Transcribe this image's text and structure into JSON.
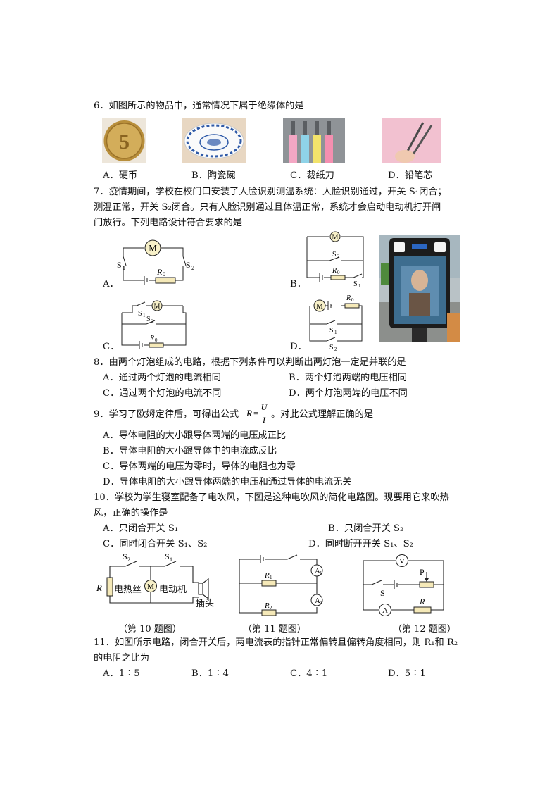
{
  "q6": {
    "stem": "6．如图所示的物品中，通常情况下属于绝缘体的是",
    "options": [
      "A．硬币",
      "B．陶瓷碗",
      "C．裁纸刀",
      "D．铅笔芯"
    ],
    "coin_digit": "5"
  },
  "q7": {
    "line1": "7．疫情期间，学校在校门口安装了人脸识别测温系统：人脸识别通过，开关 S₁闭合；",
    "line2": "测温正常，开关 S₂闭合。只有人脸识别通过且体温正常，系统才会启动电动机打开闸",
    "line3": "门放行。下列电路设计符合要求的是",
    "labels": [
      "A．",
      "B．",
      "C．",
      "D．"
    ],
    "motor": "M",
    "s1": "S",
    "s2": "S",
    "r0": "R"
  },
  "q8": {
    "stem": "8．由两个灯泡组成的电路，根据下列条件可以判断出两灯泡一定是并联的是",
    "options": [
      "A．通过两个灯泡的电流相同",
      "B．两个灯泡两端的电压相同",
      "C．通过两个灯泡的电流不同",
      "D．两个灯泡两端的电压不同"
    ]
  },
  "q9": {
    "stem_pre": "9．学习了欧姆定律后，可得出公式",
    "stem_post": "。对此公式理解正确的是",
    "formula_r": "R",
    "formula_u": "U",
    "formula_i": "I",
    "options": [
      "A．导体电阻的大小跟导体两端的电压成正比",
      "B．导体电阻的大小跟导体中的电流成反比",
      "C．导体两端的电压为零时，导体的电阻也为零",
      "D．导体电阻的大小跟导体两端的电压和通过导体的电流无关"
    ]
  },
  "q10": {
    "line1": "10．学校为学生寝室配备了电吹风，下图是这种电吹风的简化电路图。现要用它来吹热",
    "line2": "风，正确的操作是",
    "options": [
      "A．只闭合开关 S₁",
      "B．只闭合开关 S₂",
      "C．同时闭合开关 S₁、S₂",
      "D．同时断开开关 S₁、S₂"
    ],
    "heater": "电热丝",
    "motor_label": "电动机",
    "plug": "插头"
  },
  "captions": [
    "（第 10 题图）",
    "（第 11 题图）",
    "（第 12 题图）"
  ],
  "q11": {
    "line1": "11．如图所示电路，闭合开关后，两电流表的指针正常偏转且偏转角度相同，则 R₁和 R₂",
    "line2": "的电阻之比为",
    "options": [
      "A．1∶5",
      "B．1∶4",
      "C．4∶1",
      "D．5∶1"
    ]
  },
  "colors": {
    "coin": "#c9a24a",
    "bowl_blue": "#2f5aa8",
    "knife_bg": "#8a8f92",
    "pencil_bg": "#f3bfcf",
    "motor_fill": "#f7f0c8",
    "resistor_fill": "#f5e9b8"
  }
}
